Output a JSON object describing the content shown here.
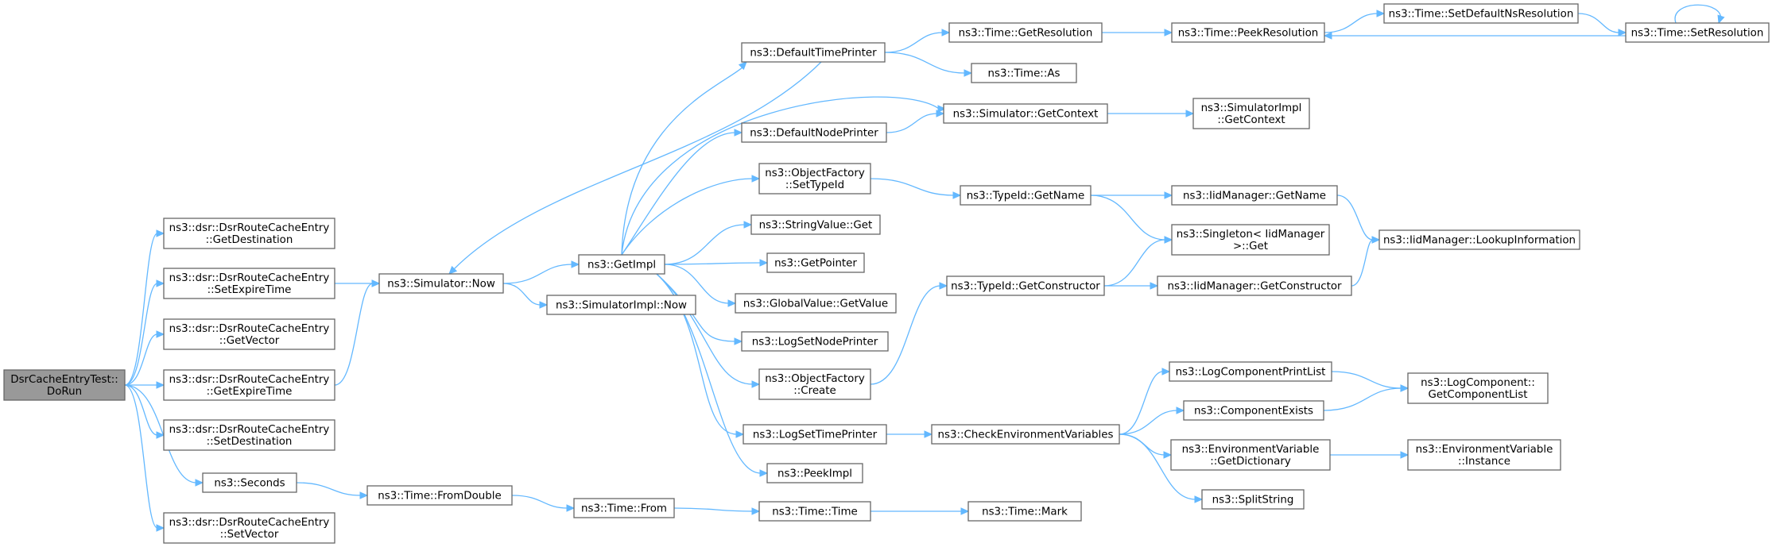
{
  "graph": {
    "nodes": [
      {
        "id": "root",
        "lines": [
          "DsrCacheEntryTest::",
          "DoRun"
        ],
        "root": true
      },
      {
        "id": "getdest",
        "lines": [
          "ns3::dsr::DsrRouteCacheEntry",
          "::GetDestination"
        ]
      },
      {
        "id": "setexp",
        "lines": [
          "ns3::dsr::DsrRouteCacheEntry",
          "::SetExpireTime"
        ]
      },
      {
        "id": "getvec",
        "lines": [
          "ns3::dsr::DsrRouteCacheEntry",
          "::GetVector"
        ]
      },
      {
        "id": "getexp",
        "lines": [
          "ns3::dsr::DsrRouteCacheEntry",
          "::GetExpireTime"
        ]
      },
      {
        "id": "setdest",
        "lines": [
          "ns3::dsr::DsrRouteCacheEntry",
          "::SetDestination"
        ]
      },
      {
        "id": "seconds",
        "lines": [
          "ns3::Seconds"
        ]
      },
      {
        "id": "setvec",
        "lines": [
          "ns3::dsr::DsrRouteCacheEntry",
          "::SetVector"
        ]
      },
      {
        "id": "now",
        "lines": [
          "ns3::Simulator::Now"
        ]
      },
      {
        "id": "fromdouble",
        "lines": [
          "ns3::Time::FromDouble"
        ]
      },
      {
        "id": "getimpl",
        "lines": [
          "ns3::GetImpl"
        ]
      },
      {
        "id": "simimplnow",
        "lines": [
          "ns3::SimulatorImpl::Now"
        ]
      },
      {
        "id": "from",
        "lines": [
          "ns3::Time::From"
        ]
      },
      {
        "id": "deftime",
        "lines": [
          "ns3::DefaultTimePrinter"
        ]
      },
      {
        "id": "defnode",
        "lines": [
          "ns3::DefaultNodePrinter"
        ]
      },
      {
        "id": "ofsettype",
        "lines": [
          "ns3::ObjectFactory",
          "::SetTypeId"
        ]
      },
      {
        "id": "strget",
        "lines": [
          "ns3::StringValue::Get"
        ]
      },
      {
        "id": "getptr",
        "lines": [
          "ns3::GetPointer"
        ]
      },
      {
        "id": "gvget",
        "lines": [
          "ns3::GlobalValue::GetValue"
        ]
      },
      {
        "id": "lognode",
        "lines": [
          "ns3::LogSetNodePrinter"
        ]
      },
      {
        "id": "ofcreate",
        "lines": [
          "ns3::ObjectFactory",
          "::Create"
        ]
      },
      {
        "id": "logtime",
        "lines": [
          "ns3::LogSetTimePrinter"
        ]
      },
      {
        "id": "peekimpl",
        "lines": [
          "ns3::PeekImpl"
        ]
      },
      {
        "id": "timetime",
        "lines": [
          "ns3::Time::Time"
        ]
      },
      {
        "id": "getres",
        "lines": [
          "ns3::Time::GetResolution"
        ]
      },
      {
        "id": "timeas",
        "lines": [
          "ns3::Time::As"
        ]
      },
      {
        "id": "simctx",
        "lines": [
          "ns3::Simulator::GetContext"
        ]
      },
      {
        "id": "tidname",
        "lines": [
          "ns3::TypeId::GetName"
        ]
      },
      {
        "id": "tidctor",
        "lines": [
          "ns3::TypeId::GetConstructor"
        ]
      },
      {
        "id": "checkenv",
        "lines": [
          "ns3::CheckEnvironmentVariables"
        ]
      },
      {
        "id": "mark",
        "lines": [
          "ns3::Time::Mark"
        ]
      },
      {
        "id": "peekres",
        "lines": [
          "ns3::Time::PeekResolution"
        ]
      },
      {
        "id": "simimplctx",
        "lines": [
          "ns3::SimulatorImpl",
          "::GetContext"
        ]
      },
      {
        "id": "iidname",
        "lines": [
          "ns3::IidManager::GetName"
        ]
      },
      {
        "id": "singleton",
        "lines": [
          "ns3::Singleton< IidManager",
          ">::Get"
        ]
      },
      {
        "id": "iidctor",
        "lines": [
          "ns3::IidManager::GetConstructor"
        ]
      },
      {
        "id": "lcpl",
        "lines": [
          "ns3::LogComponentPrintList"
        ]
      },
      {
        "id": "compexists",
        "lines": [
          "ns3::ComponentExists"
        ]
      },
      {
        "id": "envdict",
        "lines": [
          "ns3::EnvironmentVariable",
          "::GetDictionary"
        ]
      },
      {
        "id": "split",
        "lines": [
          "ns3::SplitString"
        ]
      },
      {
        "id": "setdefns",
        "lines": [
          "ns3::Time::SetDefaultNsResolution"
        ]
      },
      {
        "id": "setres",
        "lines": [
          "ns3::Time::SetResolution"
        ]
      },
      {
        "id": "iidlookup",
        "lines": [
          "ns3::IidManager::LookupInformation"
        ]
      },
      {
        "id": "lcgetlist",
        "lines": [
          "ns3::LogComponent::",
          "GetComponentList"
        ]
      },
      {
        "id": "envinst",
        "lines": [
          "ns3::EnvironmentVariable",
          "::Instance"
        ]
      }
    ],
    "edges": [
      [
        "root",
        "getdest"
      ],
      [
        "root",
        "setexp"
      ],
      [
        "root",
        "getvec"
      ],
      [
        "root",
        "getexp"
      ],
      [
        "root",
        "setdest"
      ],
      [
        "root",
        "seconds"
      ],
      [
        "root",
        "setvec"
      ],
      [
        "setexp",
        "now"
      ],
      [
        "getexp",
        "now"
      ],
      [
        "seconds",
        "fromdouble"
      ],
      [
        "fromdouble",
        "from"
      ],
      [
        "from",
        "timetime"
      ],
      [
        "timetime",
        "mark"
      ],
      [
        "now",
        "getimpl"
      ],
      [
        "now",
        "simimplnow"
      ],
      [
        "getimpl",
        "deftime"
      ],
      [
        "getimpl",
        "simctx"
      ],
      [
        "getimpl",
        "defnode"
      ],
      [
        "getimpl",
        "ofsettype"
      ],
      [
        "getimpl",
        "strget"
      ],
      [
        "getimpl",
        "getptr"
      ],
      [
        "getimpl",
        "gvget"
      ],
      [
        "getimpl",
        "lognode"
      ],
      [
        "getimpl",
        "ofcreate"
      ],
      [
        "getimpl",
        "logtime"
      ],
      [
        "getimpl",
        "peekimpl"
      ],
      [
        "deftime",
        "now"
      ],
      [
        "deftime",
        "getres"
      ],
      [
        "deftime",
        "timeas"
      ],
      [
        "getres",
        "peekres"
      ],
      [
        "peekres",
        "setdefns"
      ],
      [
        "setdefns",
        "setres"
      ],
      [
        "setres",
        "peekres"
      ],
      [
        "setres",
        "setres"
      ],
      [
        "defnode",
        "simctx"
      ],
      [
        "simctx",
        "simimplctx"
      ],
      [
        "ofsettype",
        "tidname"
      ],
      [
        "tidname",
        "iidname"
      ],
      [
        "tidname",
        "singleton"
      ],
      [
        "iidname",
        "iidlookup"
      ],
      [
        "ofcreate",
        "tidctor"
      ],
      [
        "tidctor",
        "singleton"
      ],
      [
        "tidctor",
        "iidctor"
      ],
      [
        "iidctor",
        "iidlookup"
      ],
      [
        "logtime",
        "checkenv"
      ],
      [
        "checkenv",
        "lcpl"
      ],
      [
        "checkenv",
        "compexists"
      ],
      [
        "checkenv",
        "envdict"
      ],
      [
        "checkenv",
        "split"
      ],
      [
        "lcpl",
        "lcgetlist"
      ],
      [
        "compexists",
        "lcgetlist"
      ],
      [
        "envdict",
        "envinst"
      ]
    ]
  }
}
